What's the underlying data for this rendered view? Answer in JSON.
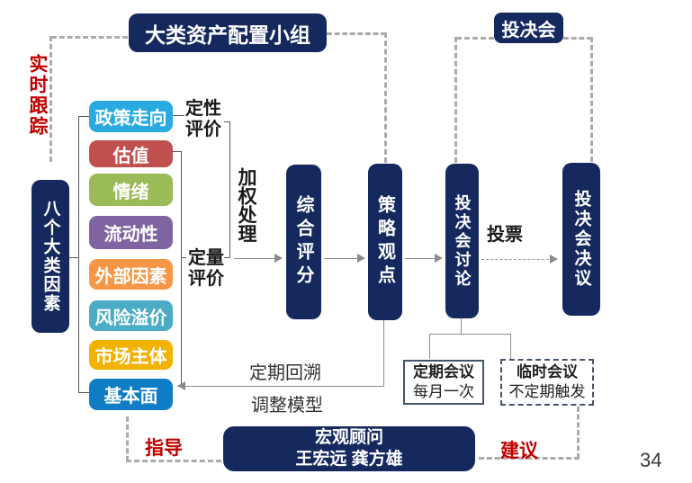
{
  "colors": {
    "navy": "#15295E",
    "red": "#C00000"
  },
  "header": {
    "group_label": "大类资产配置小组",
    "committee_label": "投决会"
  },
  "left_panel": {
    "tracking_label": "实时跟踪",
    "factors_title": "八个大类因素"
  },
  "factors": [
    {
      "label": "政策走向",
      "color": "#29ABE2"
    },
    {
      "label": "估值",
      "color": "#C0504D"
    },
    {
      "label": "情绪",
      "color": "#9BBB59"
    },
    {
      "label": "流动性",
      "color": "#8064A2"
    },
    {
      "label": "外部因素",
      "color": "#F79646"
    },
    {
      "label": "风险溢价",
      "color": "#4BACC6"
    },
    {
      "label": "市场主体",
      "color": "#F2B200"
    },
    {
      "label": "基本面",
      "color": "#0E7DC6"
    }
  ],
  "evaluation": {
    "qualitative_label": "定性评价",
    "quantitative_label": "定量评价",
    "weighting_label": "加权处理"
  },
  "flow": {
    "score_box": "综合评分",
    "strategy_box": "策略观点",
    "discussion_box": "投决会讨论",
    "vote_label": "投票",
    "resolution_box": "投决会决议"
  },
  "feedback": {
    "review_label": "定期回溯",
    "adjust_label": "调整模型"
  },
  "meetings": {
    "regular_title": "定期会议",
    "regular_sub": "每月一次",
    "adhoc_title": "临时会议",
    "adhoc_sub": "不定期触发"
  },
  "advisor": {
    "guide_label": "指导",
    "box_line1": "宏观顾问",
    "box_line2": "王宏远 龚方雄",
    "suggest_label": "建议"
  },
  "page_number": "34"
}
